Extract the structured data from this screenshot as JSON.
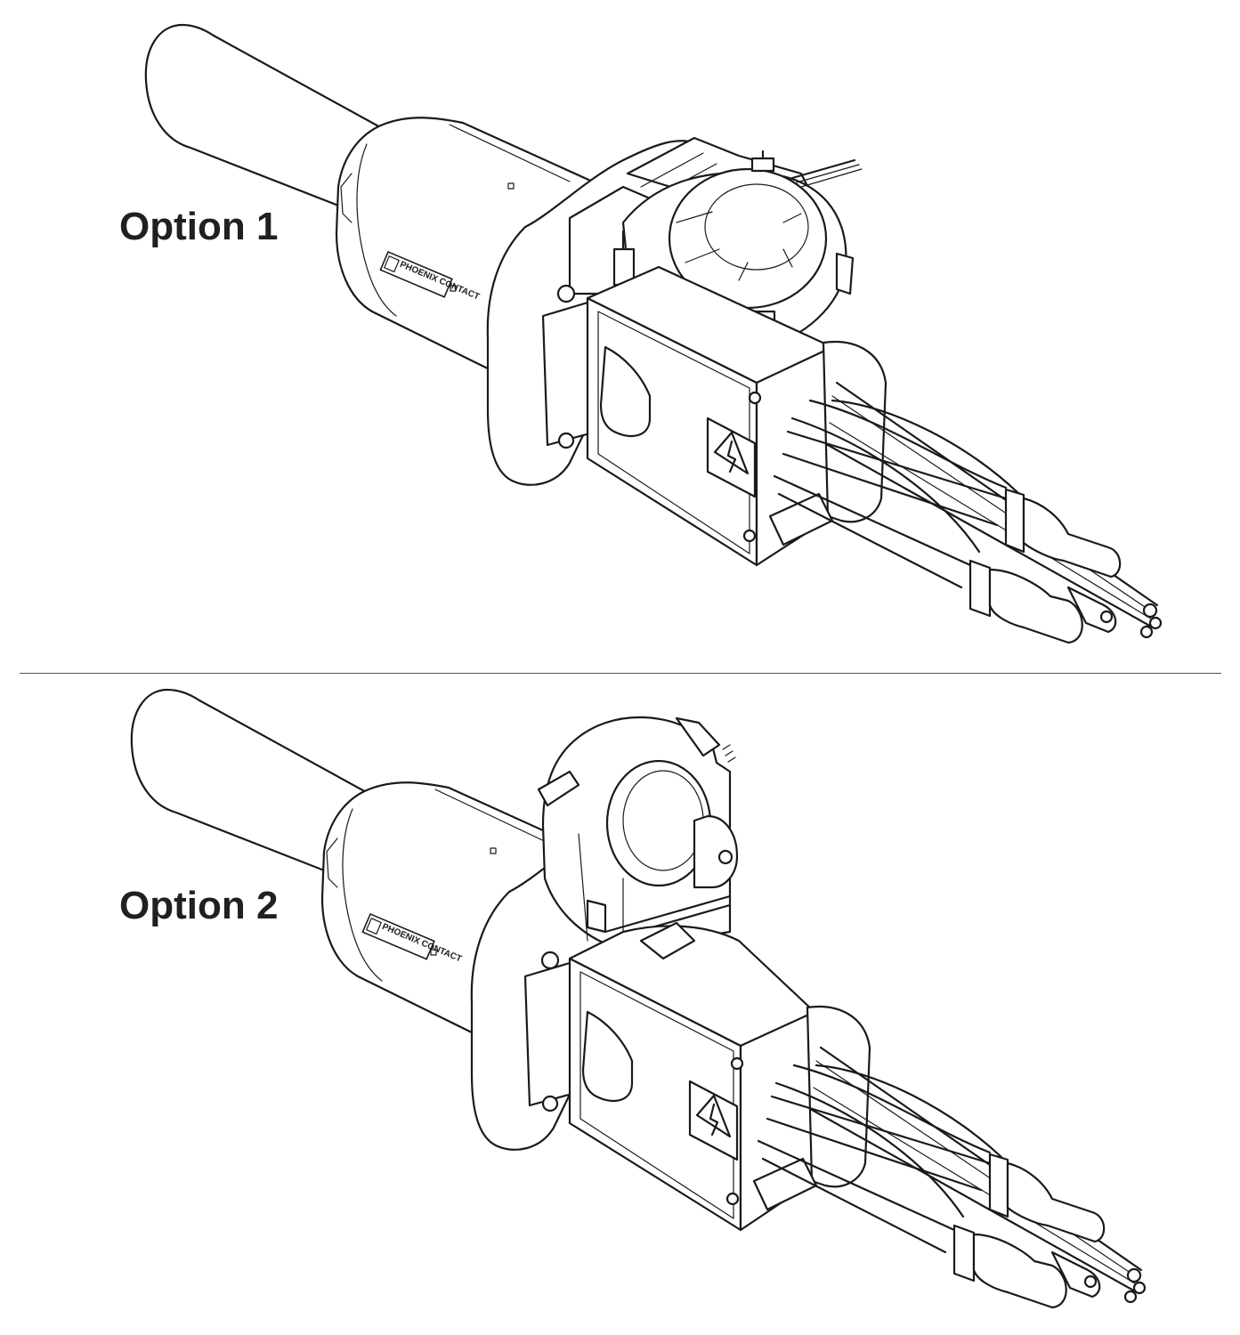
{
  "options": [
    {
      "label": "Option 1",
      "variant": "fan-on-top",
      "logo": "PHOENIX CONTACT"
    },
    {
      "label": "Option 2",
      "variant": "ring-sensor-on-top",
      "logo": "PHOENIX CONTACT"
    }
  ],
  "colors": {
    "line": "#1a1a1a",
    "background": "#ffffff",
    "text": "#231f20",
    "divider": "#555555"
  },
  "icons": [
    "high-voltage-warning-icon",
    "phoenix-contact-logo"
  ]
}
